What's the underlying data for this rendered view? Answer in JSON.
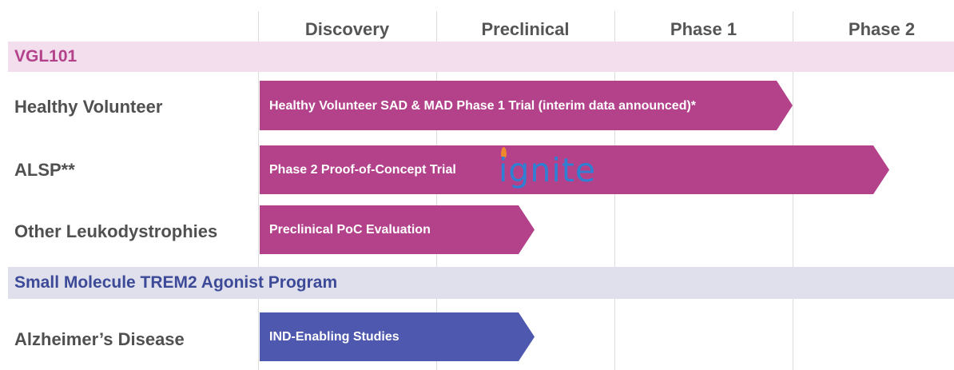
{
  "stages": [
    "Discovery",
    "Preclinical",
    "Phase 1",
    "Phase 2"
  ],
  "colors": {
    "vgl_band": "#f3deed",
    "vgl_text": "#b3428b",
    "vgl_bar": "#b3428b",
    "small_molecule_band": "#dfe0ec",
    "small_molecule_text": "#3d4a98",
    "small_molecule_bar": "#4e58ae"
  },
  "programs": [
    {
      "name": "VGL101",
      "indications": [
        {
          "label": "Healthy Volunteer",
          "bar_text": "Healthy Volunteer SAD & MAD Phase 1 Trial (interim data announced)*",
          "progress_stage": "Phase 1"
        },
        {
          "label": "ALSP**",
          "bar_text": "Phase 2 Proof-of-Concept Trial",
          "progress_stage": "Phase 2",
          "logo_text": "ignite",
          "logo_icon": "flame-icon"
        },
        {
          "label": "Other Leukodystrophies",
          "bar_text": "Preclinical PoC Evaluation",
          "progress_stage": "Preclinical"
        }
      ]
    },
    {
      "name": "Small Molecule TREM2 Agonist Program",
      "indications": [
        {
          "label": "Alzheimer’s Disease",
          "bar_text": "IND-Enabling Studies",
          "progress_stage": "Preclinical"
        }
      ]
    }
  ]
}
